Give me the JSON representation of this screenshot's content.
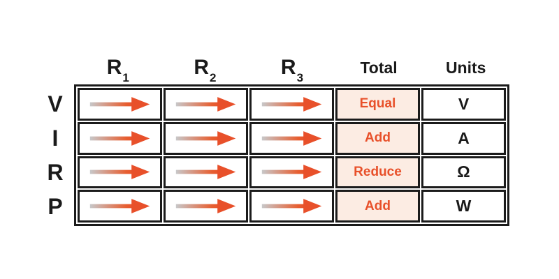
{
  "table": {
    "column_headers": [
      {
        "label": "R",
        "sub": "1"
      },
      {
        "label": "R",
        "sub": "2"
      },
      {
        "label": "R",
        "sub": "3"
      },
      {
        "label": "Total",
        "sub": ""
      },
      {
        "label": "Units",
        "sub": ""
      }
    ],
    "rows": [
      {
        "label": "V",
        "total": "Equal",
        "unit": "V"
      },
      {
        "label": "I",
        "total": "Add",
        "unit": "A"
      },
      {
        "label": "R",
        "total": "Reduce",
        "unit": "Ω"
      },
      {
        "label": "P",
        "total": "Add",
        "unit": "W"
      }
    ]
  },
  "icons": {
    "arrow": "right-arrow-icon"
  },
  "colors": {
    "accent_orange": "#e8502a",
    "arrow_gradient_start": "#c7c7c9",
    "total_cell_background": "#fcece3",
    "border_black": "#1b1b1b",
    "text_black": "#1a1a1a",
    "background": "#ffffff"
  }
}
